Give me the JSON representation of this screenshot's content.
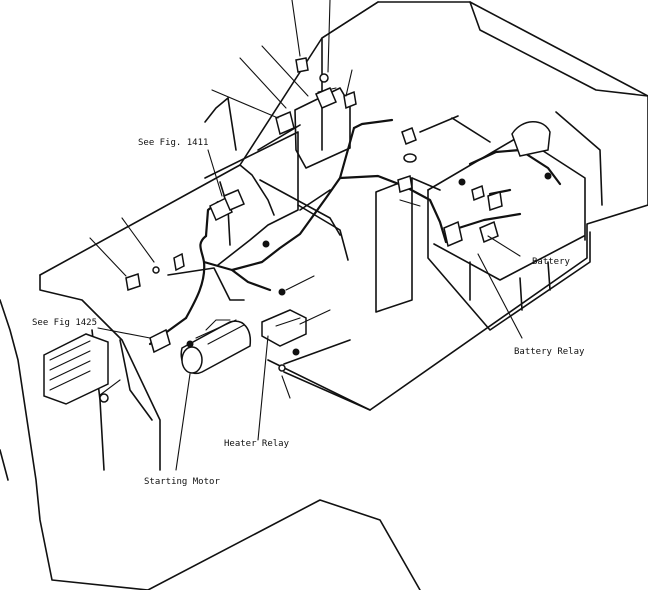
{
  "labels": {
    "see_fig_1411": "See Fig. 1411",
    "see_fig_1425": "See Fig 1425",
    "battery": "Battery",
    "battery_relay": "Battery Relay",
    "heater_relay": "Heater Relay",
    "starting_motor": "Starting Motor"
  }
}
